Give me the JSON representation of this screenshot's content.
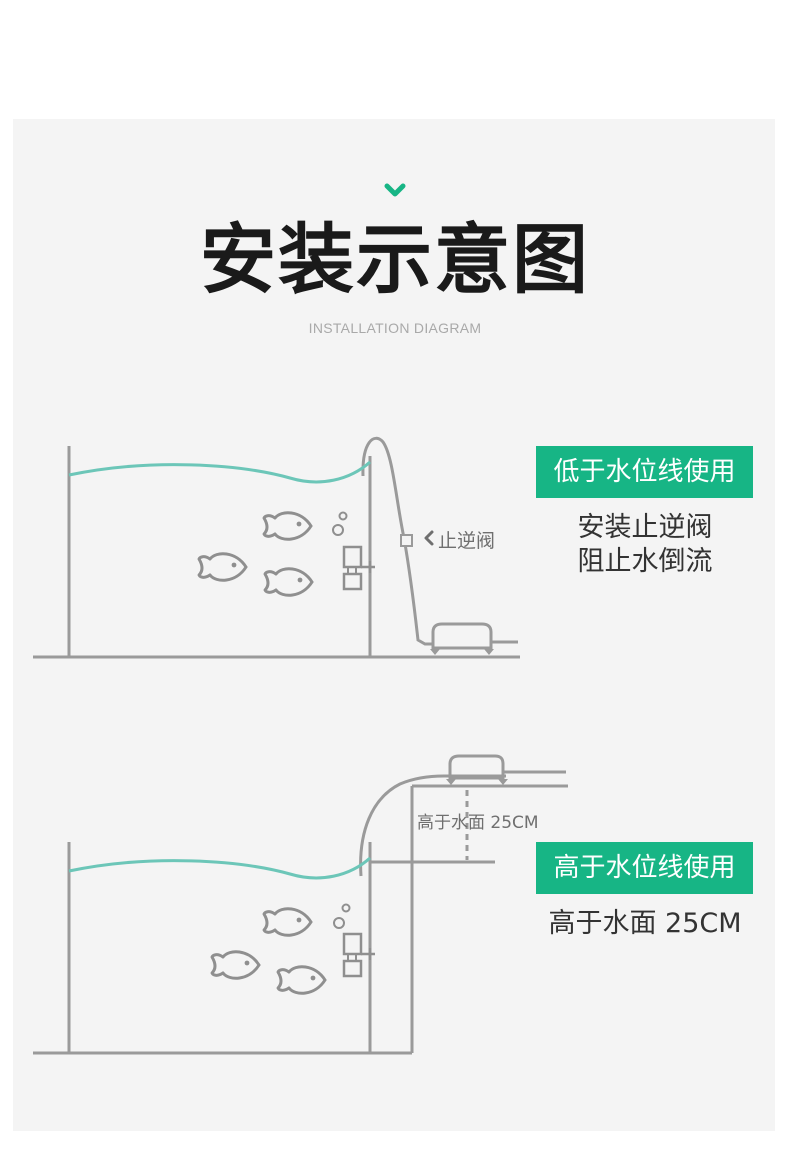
{
  "header": {
    "title": "安装示意图",
    "subtitle": "INSTALLATION DIAGRAM",
    "accent_color": "#17b585",
    "chevron_icon": "chevron-down-icon"
  },
  "diagram_below": {
    "badge": "低于水位线使用",
    "desc_line1": "安装止逆阀",
    "desc_line2": "阻止水倒流",
    "valve_label": "止逆阀",
    "arrow_icon": "chevron-left-icon"
  },
  "diagram_above": {
    "badge": "高于水位线使用",
    "desc": "高于水面 25CM",
    "height_label": "高于水面 25CM"
  },
  "colors": {
    "line": "#9a9a9a",
    "water": "#6cc6b8",
    "panel": "#f4f4f4",
    "text": "#333333"
  }
}
